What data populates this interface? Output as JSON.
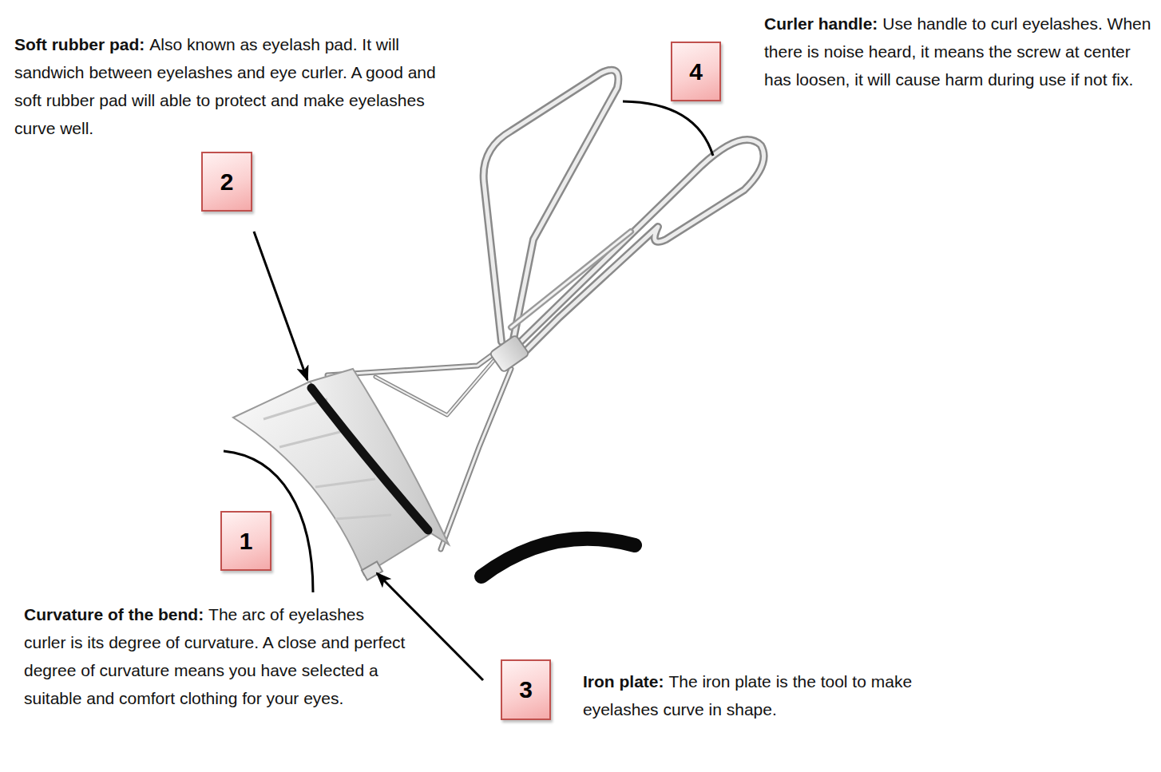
{
  "diagram": {
    "nodes": [
      {
        "text": [
          "4"
        ]
      },
      {
        "text": [
          "2"
        ]
      },
      {
        "text": [
          "1"
        ]
      },
      {
        "text": [
          "3"
        ]
      }
    ],
    "labels": [
      "Soft rubber pad:",
      "Also known as eyelash pad. It will sandwich between eyelashes and eye curler. A good and soft rubber pad will able to protect and make eyelashes curve well.",
      "Curler handle:",
      "Use handle to curl eyelashes. When there is noise heard, it means the screw at center has loosen, it will cause harm during use if not fix.",
      "Curvature of the bend:",
      "The arc of eyelashes curler is its degree of curvature. A close and perfect degree of curvature means you have selected a suitable and comfort clothing for your eyes.",
      "Iron plate:",
      "The iron plate is the tool to make eyelashes curve in shape."
    ]
  }
}
